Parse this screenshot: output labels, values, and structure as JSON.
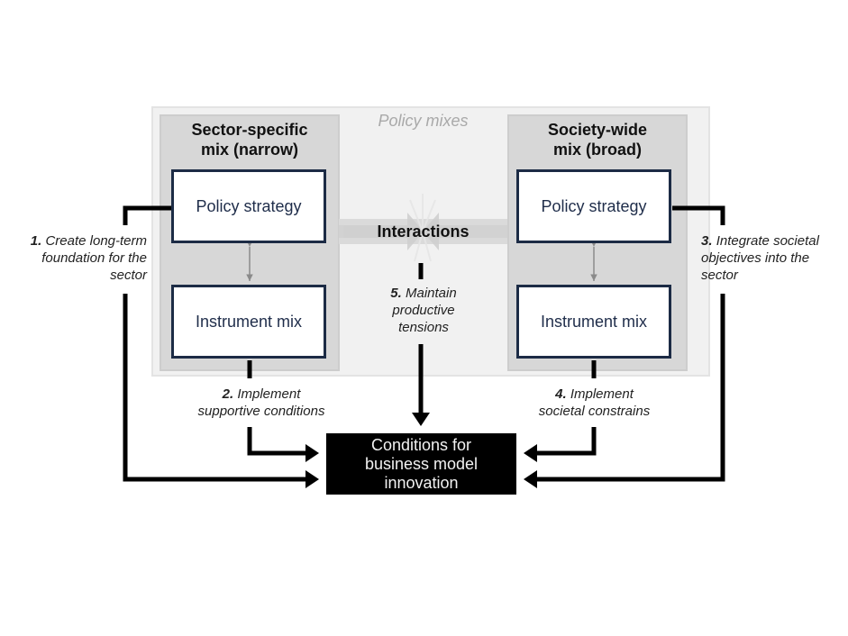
{
  "diagram": {
    "panel_title": "Policy mixes",
    "left_mix": {
      "title_line1": "Sector-specific",
      "title_line2": "mix (narrow)",
      "policy_strategy": "Policy strategy",
      "instrument_mix": "Instrument mix"
    },
    "right_mix": {
      "title_line1": "Society-wide",
      "title_line2": "mix (broad)",
      "policy_strategy": "Policy strategy",
      "instrument_mix": "Instrument mix"
    },
    "interactions": "Interactions",
    "outcome": {
      "line1": "Conditions for",
      "line2": "business model",
      "line3": "innovation"
    },
    "pathways": [
      {
        "number": "1.",
        "text_line1": "Create long-term",
        "text_line2": "foundation for the",
        "text_line3": "sector"
      },
      {
        "number": "2.",
        "text_line1": "Implement",
        "text_line2": "supportive conditions"
      },
      {
        "number": "3.",
        "text_line1": "Integrate societal",
        "text_line2": "objectives into the",
        "text_line3": "sector"
      },
      {
        "number": "4.",
        "text_line1": "Implement",
        "text_line2": "societal constrains"
      },
      {
        "number": "5.",
        "text_line1": "Maintain",
        "text_line2": "productive",
        "text_line3": "tensions"
      }
    ],
    "colors": {
      "panel_bg": "#f1f1f1",
      "mix_bg": "#d7d7d7",
      "box_border": "#1c2b45",
      "box_text": "#1f2d4a",
      "outcome_bg": "#000000",
      "panel_title": "#a9a9a9"
    }
  }
}
